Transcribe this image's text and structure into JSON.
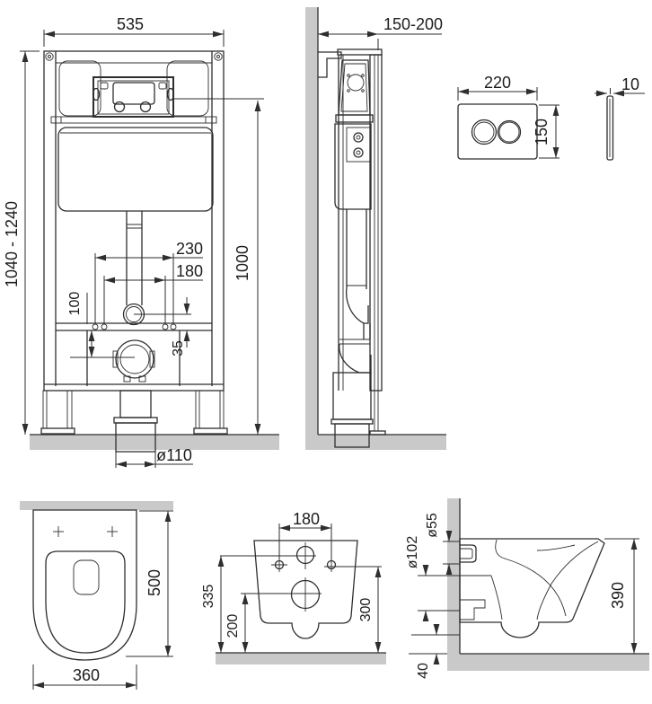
{
  "drawing_title": "wall-hung-toilet-installation-drawing",
  "colors": {
    "line": "#2e2e2e",
    "wall_fill": "#c9c9c9",
    "background": "#ffffff"
  },
  "views": {
    "frame_front": {
      "width": "535",
      "height_range": "1040 - 1240",
      "install_height": "1000",
      "anchor_span_outer": "230",
      "anchor_span_inner": "180",
      "inlet_offset": "100",
      "inlet_drop": "35",
      "outlet_diameter": "ø110"
    },
    "frame_side": {
      "depth_range": "150-200"
    },
    "plate_front": {
      "width": "220",
      "height": "150"
    },
    "plate_side": {
      "thickness": "10"
    },
    "bowl_top": {
      "width": "360",
      "depth": "500"
    },
    "bowl_back": {
      "anchor_span": "180",
      "inlet_height": "335",
      "outlet_height": "200",
      "anchor_height": "300"
    },
    "bowl_side": {
      "inlet_diameter": "ø55",
      "outlet_diameter": "ø102",
      "height": "390",
      "floor_gap": "40"
    }
  }
}
